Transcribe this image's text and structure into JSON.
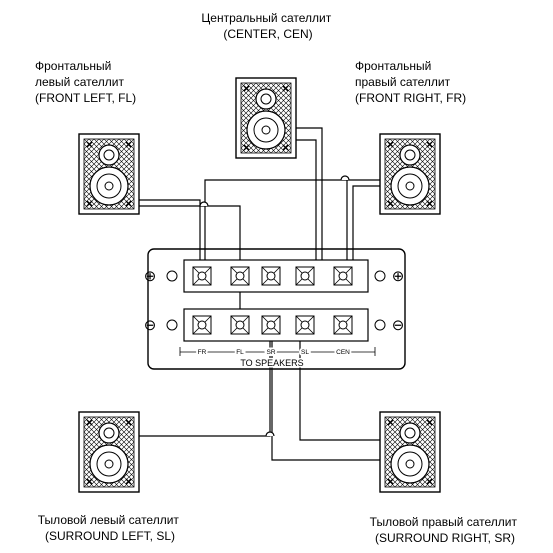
{
  "labels": {
    "center": [
      "Центральный сателлит",
      "(CENTER, CEN)"
    ],
    "front_left": [
      "Фронтальный",
      "левый сателлит",
      "(FRONT LEFT, FL)"
    ],
    "front_right": [
      "Фронтальный",
      "правый сателлит",
      "(FRONT RIGHT, FR)"
    ],
    "surround_left": [
      "Тыловой левый сателлит",
      "(SURROUND LEFT, SL)"
    ],
    "surround_right": [
      "Тыловой правый сателлит",
      "(SURROUND RIGHT, SR)"
    ]
  },
  "terminal_panel": {
    "plus": "⊕",
    "minus": "⊖",
    "channels": [
      "FR",
      "FL",
      "SR",
      "SL",
      "CEN"
    ],
    "caption": "TO SPEAKERS"
  }
}
